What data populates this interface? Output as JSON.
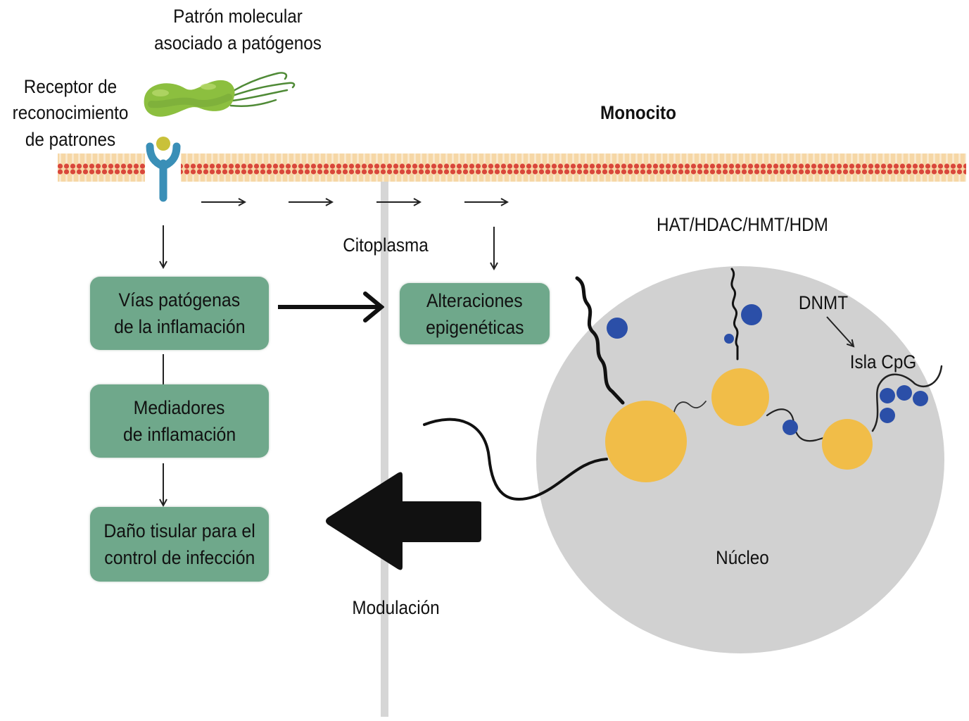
{
  "labels": {
    "pamp_line1": "Patrón molecular",
    "pamp_line2": "asociado a patógenos",
    "prr_line1": "Receptor de",
    "prr_line2": "reconocimiento",
    "prr_line3": "de patrones",
    "cell": "Monocito",
    "cytoplasm": "Citoplasma",
    "enzymes": "HAT/HDAC/HMT/HDM",
    "dnmt": "DNMT",
    "cpg": "Isla CpG",
    "nucleus": "Núcleo",
    "modulation": "Modulación"
  },
  "boxes": [
    {
      "line1": "Vías patógenas",
      "line2": "de la inflamación"
    },
    {
      "line1": "Mediadores",
      "line2": "de inflamación"
    },
    {
      "line1": "Daño tisular para el",
      "line2": "control de infección"
    },
    {
      "line1": "Alteraciones",
      "line2": "epigenéticas"
    }
  ],
  "colors": {
    "box_fill": "#6fa88b",
    "membrane_head": "#d9473b",
    "membrane_tail": "#f2c98f",
    "receptor": "#3a8fb7",
    "ligand": "#c9c13a",
    "bacterium": "#8cbf3f",
    "nucleus": "#d1d1d1",
    "histone": "#f1bd48",
    "methyl_mark": "#2b4fa8",
    "arrow": "#111111"
  }
}
